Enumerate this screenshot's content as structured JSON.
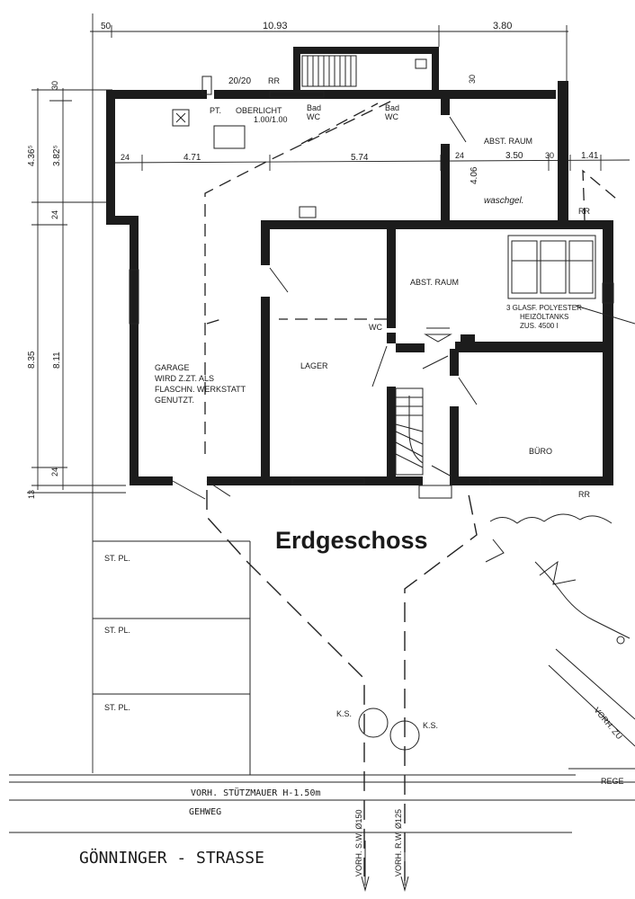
{
  "title": "Erdgeschoss",
  "dimensions": {
    "top_left_offset": "50",
    "top_main": "10.93",
    "top_right": "3.80",
    "chimney": "20/20",
    "rr_top": "RR",
    "dim_30_top": "30",
    "row_24_left": "24",
    "row_471": "4.71",
    "row_574": "5.74",
    "row_24_mid": "24",
    "row_350": "3.50",
    "row_30": "30",
    "row_141": "1.41",
    "vert_406": "4.06",
    "left_436": "4.36⁵",
    "left_382": "3.82⁵",
    "left_30": "30",
    "left_24a": "24",
    "left_835": "8.35",
    "left_811": "8.11",
    "left_24b": "24",
    "left_13": "13"
  },
  "rooms": {
    "pt": "PT.",
    "oberlicht": "OBERLICHT",
    "oberlicht_size": "1.00/1.00",
    "bad_wc_1a": "Bad",
    "bad_wc_1b": "WC",
    "bad_wc_2a": "Bad",
    "bad_wc_2b": "WC",
    "abst_raum_1": "ABST. RAUM",
    "waschgel": "waschgel.",
    "abst_raum_2": "ABST. RAUM",
    "tanks_1": "3 GLASF. POLYESTER-",
    "tanks_2": "HEIZÖLTANKS",
    "tanks_3": "ZUS. 4500 l",
    "wc": "WC",
    "lager": "LAGER",
    "garage_1": "GARAGE",
    "garage_2": "WIRD Z.ZT. ALS",
    "garage_3": "FLASCHN. WERKSTATT",
    "garage_4": "GENUTZT.",
    "buero": "BÜRO",
    "rr_right_1": "RR",
    "rr_right_2": "RR"
  },
  "site": {
    "st_pl_1": "ST. PL.",
    "st_pl_2": "ST. PL.",
    "st_pl_3": "ST. PL.",
    "ks_1": "K.S.",
    "ks_2": "K.S.",
    "vorh_right": "VORH. ZU",
    "stuetzmauer": "VORH. STÜTZMAUER H-1.50m",
    "gehweg": "GEHWEG",
    "strasse": "GÖNNINGER - STRASSE",
    "sw": "VORH. S.W. Ø150",
    "rw": "VORH. R.W. Ø125",
    "rege": "REGE"
  }
}
